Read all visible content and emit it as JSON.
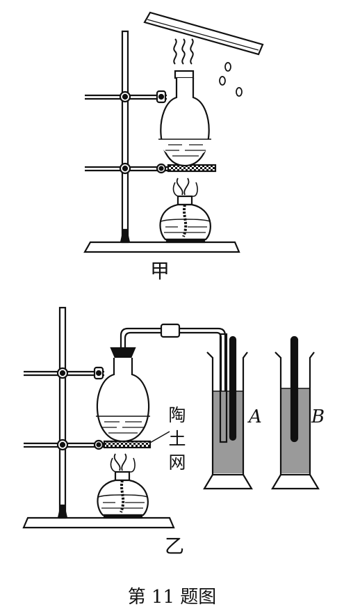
{
  "labels": {
    "setup_a": "甲",
    "setup_b": "乙",
    "beaker_a": "A",
    "beaker_b": "B",
    "ceramic_mesh": [
      "陶",
      "土",
      "网"
    ]
  },
  "caption": "第 11 题图",
  "colors": {
    "line": "#111111",
    "liquid": "#9a9a9a",
    "background": "#ffffff"
  }
}
